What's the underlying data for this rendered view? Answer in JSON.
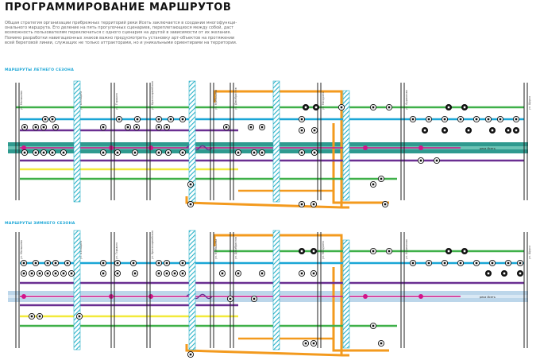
{
  "title": "ПРОГРАММИРОВАНИЕ МАРШРУТОВ",
  "intro": {
    "line1": "Общая стратегия организации прибрежных территорий реки Исеть заключается в создании многофункци-",
    "line2": "онального маршрута. Его деление на пять прогулочных сценариев, переплетающихся между собой, даст",
    "line3": "возможность пользователям переключаться с одного сценария на другой в зависимости от их желания.",
    "line4": "Помимо разработки навигационных знаков важно предусмотреть установку арт-объектов на протяжении",
    "line5": "всей береговой линии, служащих не только аттракторами, но и уникальными ориентирами на территории."
  },
  "sections": [
    {
      "label": "МАРШРУТЫ ЛЕТНЕГО СЕЗОНА",
      "river_label": "река Исеть",
      "streets": [
        "ул. Малышева",
        "ул. Б.Ельцина",
        "ул. Горького",
        "ул. Красноармейская",
        "ул. Куйбышева",
        "ул. Декабристов",
        "ул. Мичурина",
        "ул. Фурманова",
        "ул. Щорса"
      ]
    },
    {
      "label": "МАРШРУТЫ ЗИМНЕГО СЕЗОНА",
      "river_label": "река Исеть",
      "streets": [
        "ул. Малышева",
        "ул. Б.Ельцина",
        "ул. Горького",
        "ул. Красноармейская",
        "ул. Куйбышева",
        "ул. Декабристов",
        "ул. Мичурина",
        "ул. Фурманова",
        "ул. Щорса"
      ]
    }
  ],
  "routes": [
    {
      "id": "orange",
      "color": "#f39a1e"
    },
    {
      "id": "green",
      "color": "#3fb049"
    },
    {
      "id": "blue",
      "color": "#1aa6d6"
    },
    {
      "id": "purple",
      "color": "#6a2f91"
    },
    {
      "id": "yellow",
      "color": "#f2ea3a"
    },
    {
      "id": "magenta",
      "color": "#d3148a"
    }
  ],
  "colors": {
    "river_summer": "#2f9a8f",
    "river_winter": "#bcd6ea",
    "crossing": "#27b0c7",
    "icon": "#111111"
  }
}
